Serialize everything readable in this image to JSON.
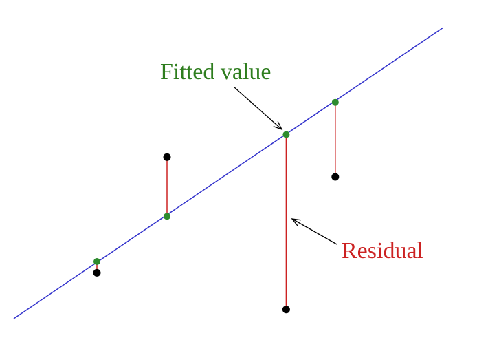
{
  "title": "Fitted value and residual diagram",
  "labels": {
    "fitted": "Fitted value",
    "residual": "Residual"
  },
  "colors": {
    "line": "#3333cc",
    "fitted_point": "#2e8b2e",
    "observed_point": "#000000",
    "residual": "#cc2222",
    "fitted_label": "#2e7d1e",
    "residual_label": "#cc2222",
    "arrow": "#000000"
  },
  "points": [
    {
      "x": 1.0,
      "fitted": 1.0,
      "observed": 0.8
    },
    {
      "x": 2.0,
      "fitted": 1.8,
      "observed": 2.85
    },
    {
      "x": 3.7,
      "fitted": 3.25,
      "observed": 0.15
    },
    {
      "x": 4.4,
      "fitted": 3.82,
      "observed": 2.5
    }
  ]
}
